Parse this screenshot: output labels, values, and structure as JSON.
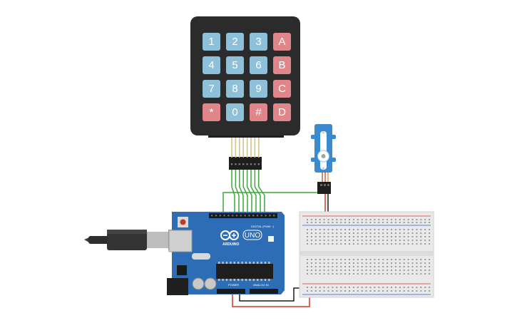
{
  "keypad": {
    "rows": [
      [
        {
          "label": "1",
          "kind": "num"
        },
        {
          "label": "2",
          "kind": "num"
        },
        {
          "label": "3",
          "kind": "num"
        },
        {
          "label": "A",
          "kind": "letter"
        }
      ],
      [
        {
          "label": "4",
          "kind": "num"
        },
        {
          "label": "5",
          "kind": "num"
        },
        {
          "label": "6",
          "kind": "num"
        },
        {
          "label": "B",
          "kind": "letter"
        }
      ],
      [
        {
          "label": "7",
          "kind": "num"
        },
        {
          "label": "8",
          "kind": "num"
        },
        {
          "label": "9",
          "kind": "num"
        },
        {
          "label": "C",
          "kind": "letter"
        }
      ],
      [
        {
          "label": "*",
          "kind": "letter"
        },
        {
          "label": "0",
          "kind": "num"
        },
        {
          "label": "#",
          "kind": "letter"
        },
        {
          "label": "D",
          "kind": "letter"
        }
      ]
    ],
    "pin_count": 8
  },
  "arduino": {
    "brand": "ARDUINO",
    "model": "UNO",
    "digital_label": "DIGITAL (PWM ~)",
    "power_label": "POWER",
    "analog_label": "ANALOG IN"
  },
  "colors": {
    "keypad_body": "#2b2b2b",
    "key_num": "#8fc0da",
    "key_letter": "#e0868b",
    "board": "#2d6db5",
    "wire_signal": "#3aa83a",
    "wire_power": "#d23a2a",
    "wire_ground": "#1a1a1a",
    "servo": "#3a8ad0",
    "breadboard": "#e9e9e9"
  }
}
